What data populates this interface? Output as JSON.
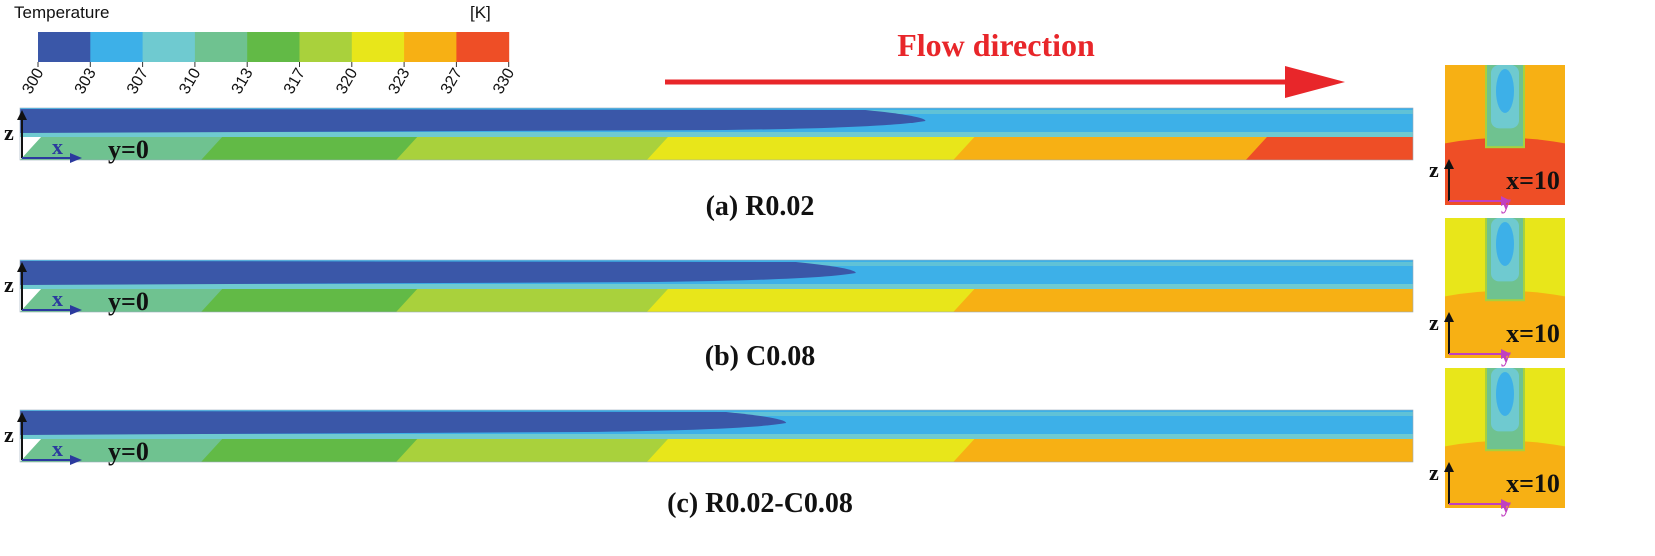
{
  "legend": {
    "title": "Temperature",
    "unit": "[K]",
    "colors": [
      "#3a57a8",
      "#3db0e8",
      "#6fcad0",
      "#6fc290",
      "#62ba46",
      "#a9d13c",
      "#e8e61a",
      "#f7b014",
      "#ee4e26"
    ],
    "ticks": [
      "300",
      "303",
      "307",
      "310",
      "313",
      "317",
      "320",
      "323",
      "327",
      "330"
    ]
  },
  "flow": {
    "label": "Flow direction",
    "color": "#e8262a"
  },
  "panels": [
    {
      "caption": "(a) R0.02",
      "plane_long": "y=0",
      "plane_cross": "x=10",
      "cold_core_end": 0.65,
      "hot_end_color": "#ee4e26"
    },
    {
      "caption": "(b) C0.08",
      "plane_long": "y=0",
      "plane_cross": "x=10",
      "cold_core_end": 0.6,
      "hot_end_color": "#f7b014"
    },
    {
      "caption": "(c) R0.02-C0.08",
      "plane_long": "y=0",
      "plane_cross": "x=10",
      "cold_core_end": 0.55,
      "hot_end_color": "#f7b014"
    }
  ],
  "axes": {
    "z": "z",
    "x": "x",
    "y": "y"
  }
}
